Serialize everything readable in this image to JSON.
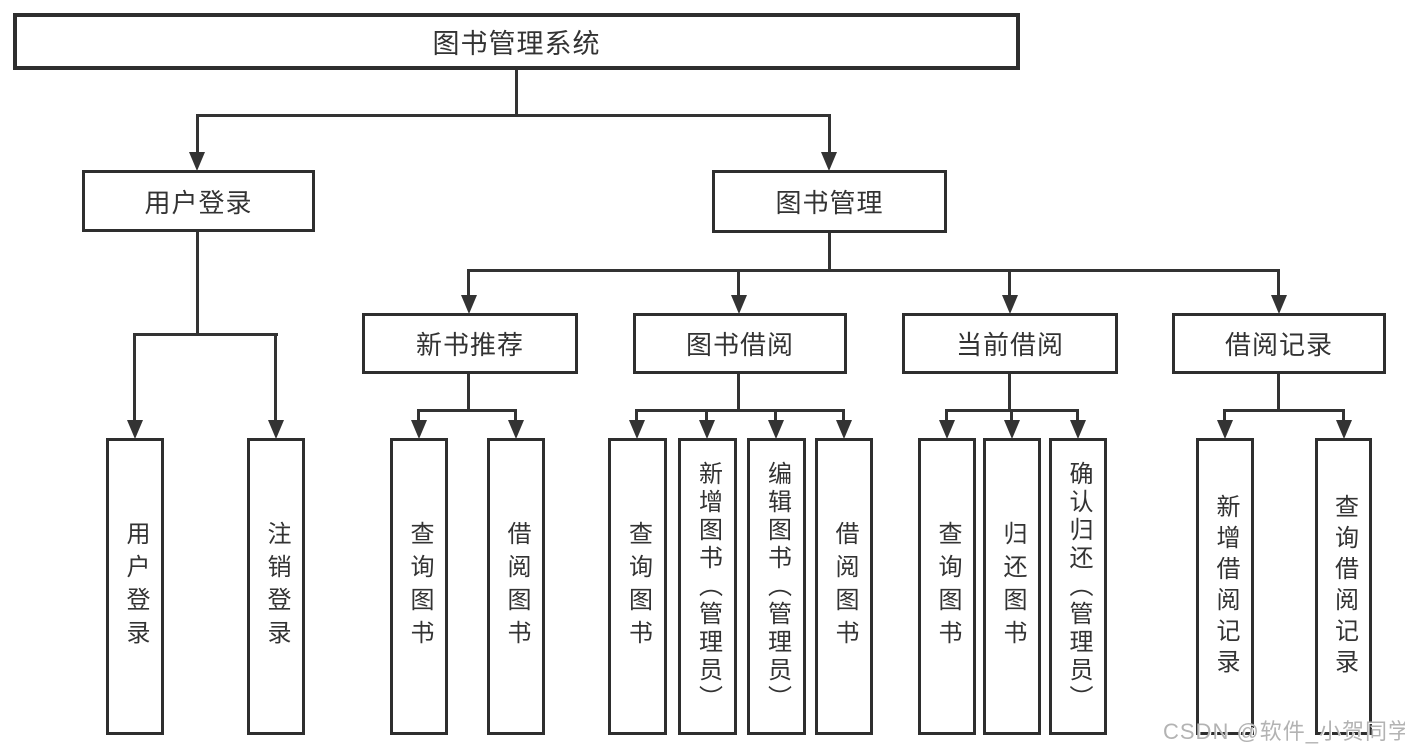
{
  "nodes": {
    "root": {
      "label": "图书管理系统"
    },
    "l2": [
      {
        "label": "用户登录",
        "parent": "图书管理系统"
      },
      {
        "label": "图书管理",
        "parent": "图书管理系统"
      }
    ],
    "l3": [
      {
        "label": "新书推荐",
        "parent": "图书管理"
      },
      {
        "label": "图书借阅",
        "parent": "图书管理"
      },
      {
        "label": "当前借阅",
        "parent": "图书管理"
      },
      {
        "label": "借阅记录",
        "parent": "图书管理"
      }
    ],
    "l4": [
      {
        "label": "用户登录",
        "parent": "用户登录"
      },
      {
        "label": "注销登录",
        "parent": "用户登录"
      },
      {
        "label": "查询图书",
        "parent": "新书推荐"
      },
      {
        "label": "借阅图书",
        "parent": "新书推荐"
      },
      {
        "label": "查询图书",
        "parent": "图书借阅"
      },
      {
        "label": "新增图书（管理员）",
        "parent": "图书借阅"
      },
      {
        "label": "编辑图书（管理员）",
        "parent": "图书借阅"
      },
      {
        "label": "借阅图书",
        "parent": "图书借阅"
      },
      {
        "label": "查询图书",
        "parent": "当前借阅"
      },
      {
        "label": "归还图书",
        "parent": "当前借阅"
      },
      {
        "label": "确认归还（管理员）",
        "parent": "当前借阅"
      },
      {
        "label": "新增借阅记录",
        "parent": "借阅记录"
      },
      {
        "label": "查询借阅记录",
        "parent": "借阅记录"
      }
    ]
  },
  "watermark": {
    "text": "CSDN @软件_小贺同学"
  },
  "colors": {
    "line": "#333333",
    "box_border": "#2e2e2e",
    "text": "#333333",
    "background": "#ffffff",
    "watermark": "#b3b3b3"
  }
}
